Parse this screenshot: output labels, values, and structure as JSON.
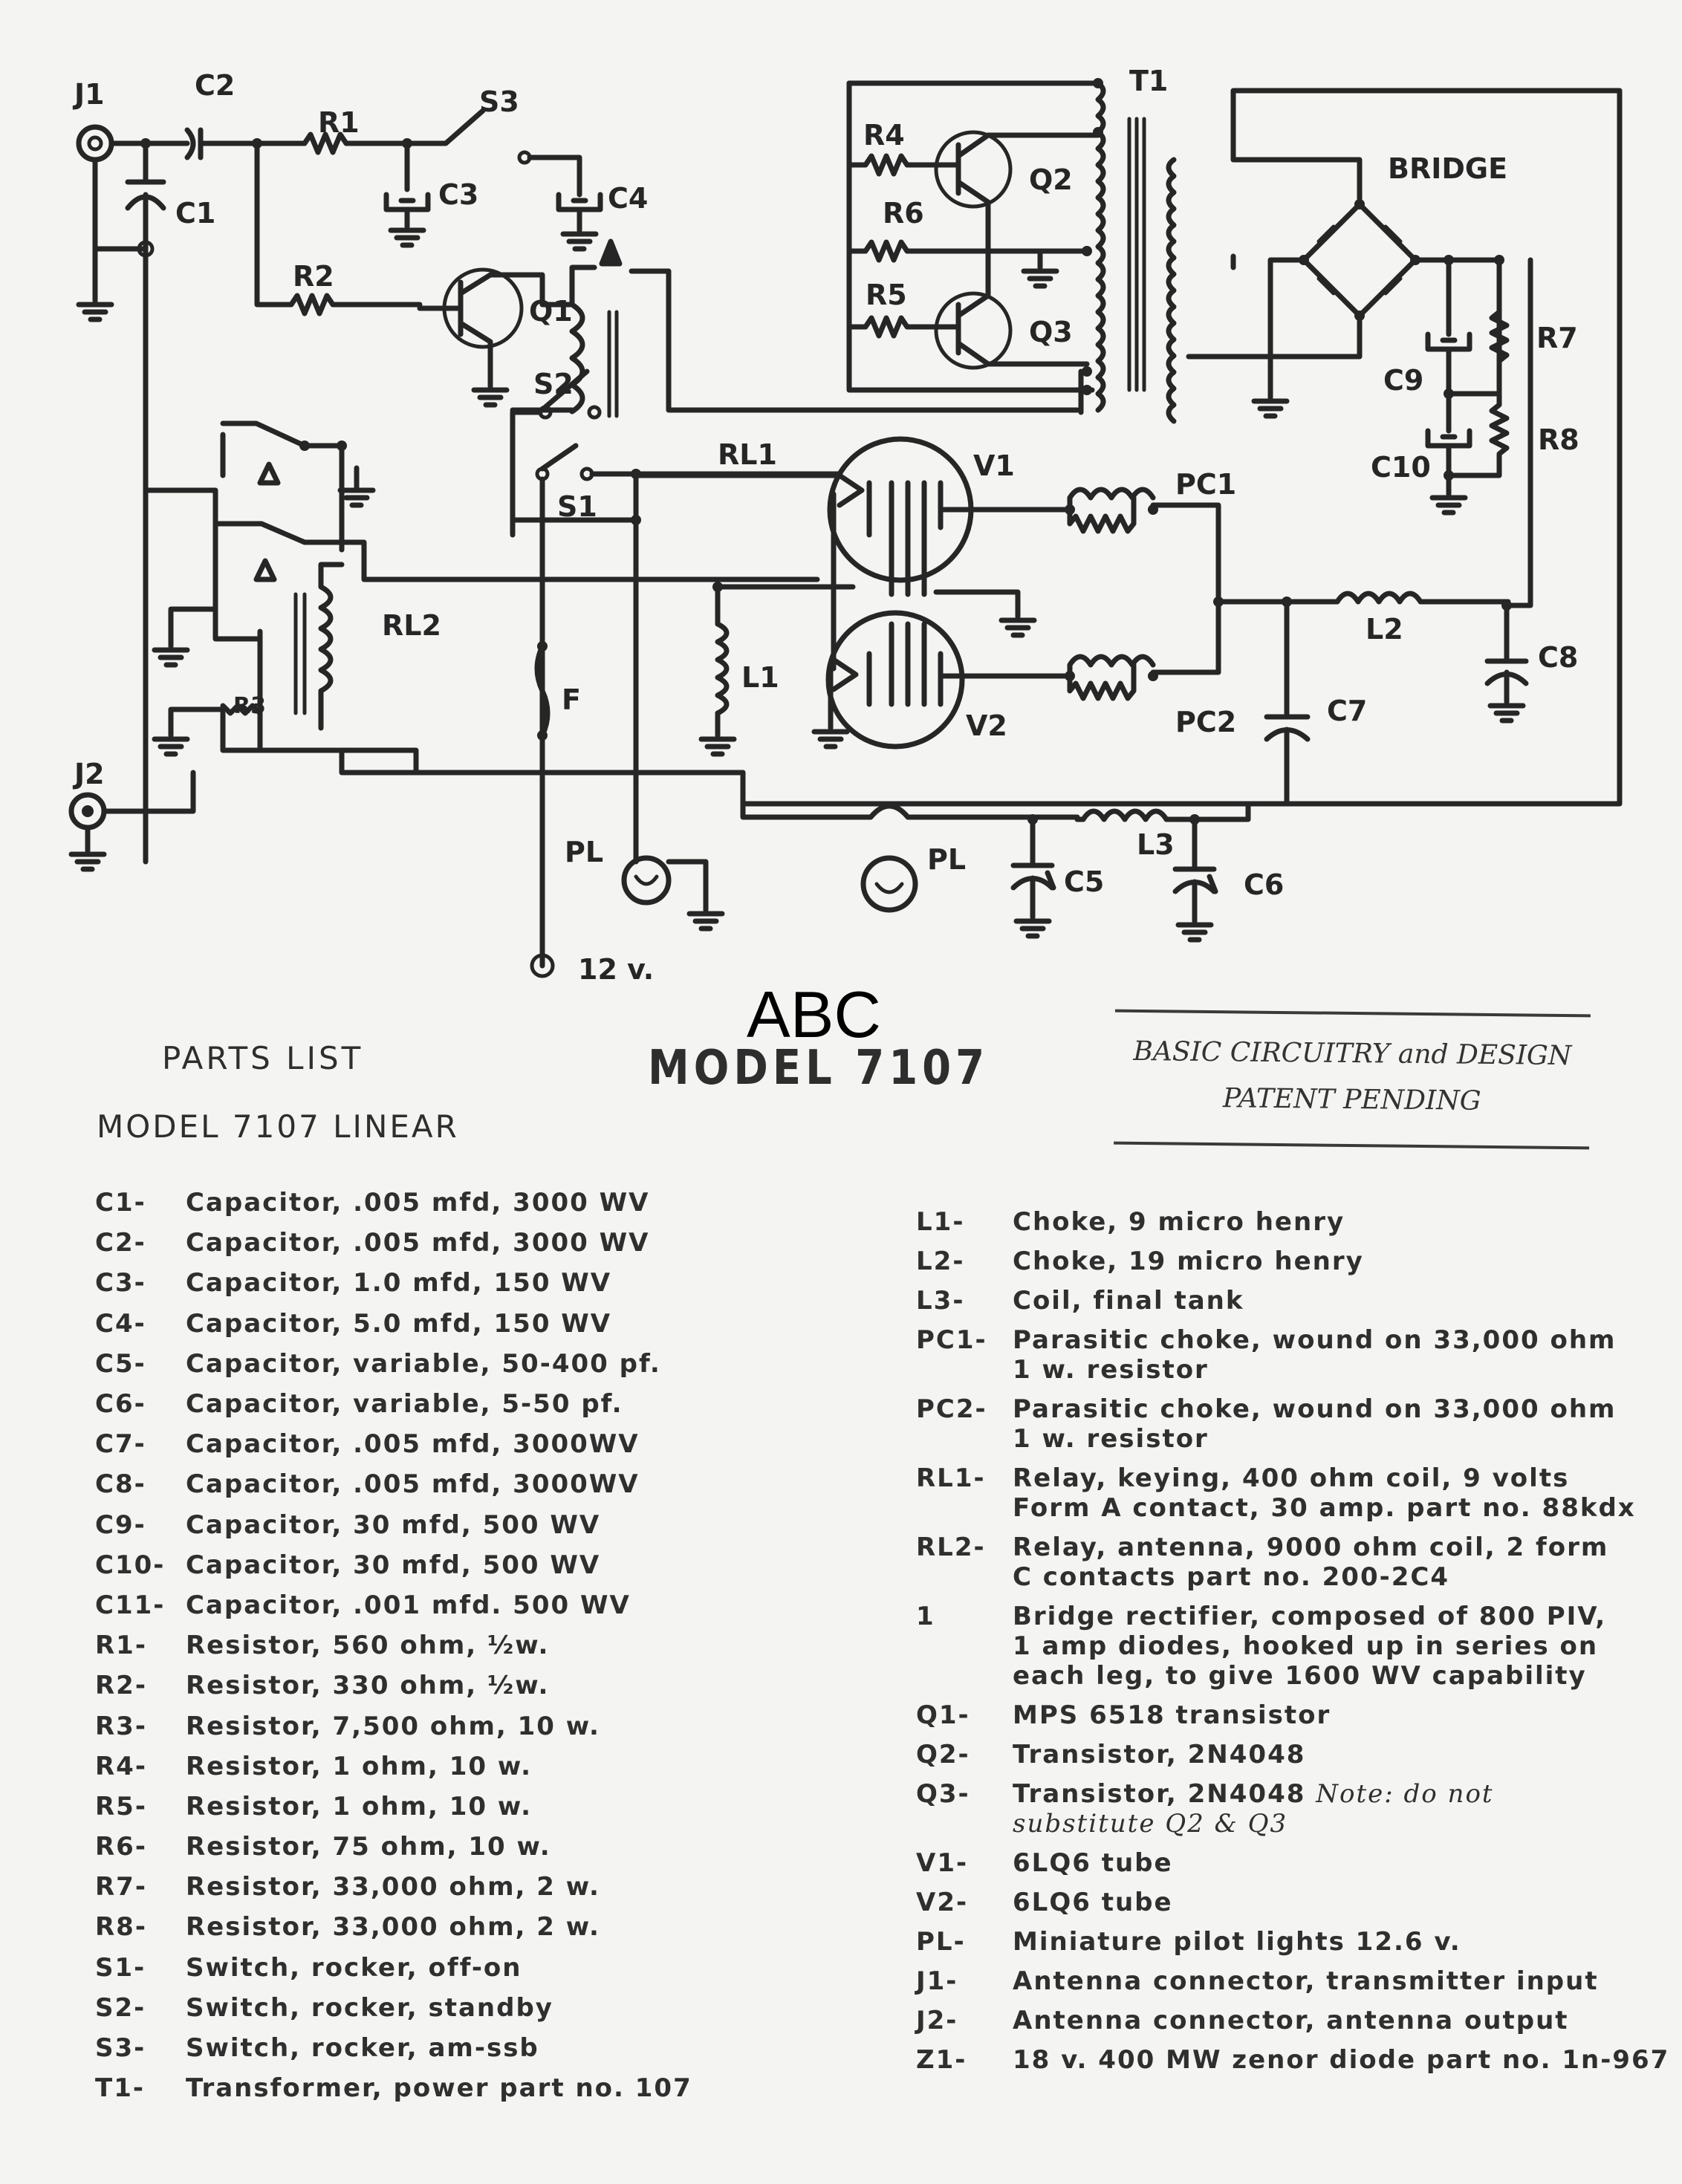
{
  "header": {
    "stamp": "ABC",
    "model_title": "MODEL 7107",
    "parts_list_title": "PARTS LIST",
    "parts_list_subtitle": "MODEL 7107 LINEAR",
    "patent_line1": "BASIC CIRCUITRY and DESIGN",
    "patent_line2": "PATENT PENDING"
  },
  "schematic_labels": {
    "J1": "J1",
    "J2": "J2",
    "C1": "C1",
    "C2": "C2",
    "C3": "C3",
    "C4": "C4",
    "C5": "C5",
    "C6": "C6",
    "C7": "C7",
    "C8": "C8",
    "C9": "C9",
    "C10": "C10",
    "R1": "R1",
    "R2": "R2",
    "R3": "R3",
    "R4": "R4",
    "R5": "R5",
    "R6": "R6",
    "R7": "R7",
    "R8": "R8",
    "S1": "S1",
    "S2": "S2",
    "S3": "S3",
    "Q1": "Q1",
    "Q2": "Q2",
    "Q3": "Q3",
    "T1": "T1",
    "BRIDGE": "BRIDGE",
    "RL1": "RL1",
    "RL2": "RL2",
    "V1": "V1",
    "V2": "V2",
    "PC1": "PC1",
    "PC2": "PC2",
    "L1": "L1",
    "L2": "L2",
    "L3": "L3",
    "F": "F",
    "PL_a": "PL",
    "PL_b": "PL",
    "V12": "12 v."
  },
  "parts_left": [
    {
      "ref": "C1-",
      "desc": "Capacitor, .005 mfd, 3000 WV"
    },
    {
      "ref": "C2-",
      "desc": "Capacitor, .005 mfd, 3000 WV"
    },
    {
      "ref": "C3-",
      "desc": "Capacitor, 1.0 mfd, 150 WV"
    },
    {
      "ref": "C4-",
      "desc": "Capacitor, 5.0 mfd, 150 WV"
    },
    {
      "ref": "C5-",
      "desc": "Capacitor, variable, 50-400 pf."
    },
    {
      "ref": "C6-",
      "desc": "Capacitor, variable, 5-50 pf."
    },
    {
      "ref": "C7-",
      "desc": "Capacitor, .005 mfd, 3000WV"
    },
    {
      "ref": "C8-",
      "desc": "Capacitor, .005 mfd, 3000WV"
    },
    {
      "ref": "C9-",
      "desc": "Capacitor, 30 mfd, 500 WV"
    },
    {
      "ref": "C10-",
      "desc": "Capacitor, 30 mfd, 500 WV"
    },
    {
      "ref": "C11-",
      "desc": "Capacitor, .001 mfd. 500 WV"
    },
    {
      "ref": "R1-",
      "desc": "Resistor, 560 ohm, ½w."
    },
    {
      "ref": "R2-",
      "desc": "Resistor, 330 ohm, ½w."
    },
    {
      "ref": "R3-",
      "desc": "Resistor, 7,500 ohm, 10 w."
    },
    {
      "ref": "R4-",
      "desc": "Resistor, 1 ohm, 10 w."
    },
    {
      "ref": "R5-",
      "desc": "Resistor, 1 ohm, 10 w."
    },
    {
      "ref": "R6-",
      "desc": "Resistor, 75 ohm, 10 w."
    },
    {
      "ref": "R7-",
      "desc": "Resistor, 33,000 ohm, 2 w."
    },
    {
      "ref": "R8-",
      "desc": "Resistor, 33,000 ohm, 2 w."
    },
    {
      "ref": "S1-",
      "desc": "Switch, rocker, off-on"
    },
    {
      "ref": "S2-",
      "desc": "Switch, rocker, standby"
    },
    {
      "ref": "S3-",
      "desc": "Switch, rocker, am-ssb"
    },
    {
      "ref": "T1-",
      "desc": "Transformer, power part no. 107"
    }
  ],
  "parts_right": [
    {
      "ref": "L1-",
      "desc": "Choke, 9 micro henry"
    },
    {
      "ref": "L2-",
      "desc": "Choke, 19 micro henry"
    },
    {
      "ref": "L3-",
      "desc": "Coil, final tank"
    },
    {
      "ref": "PC1-",
      "desc": "Parasitic choke, wound on 33,000 ohm\n1 w. resistor"
    },
    {
      "ref": "PC2-",
      "desc": "Parasitic choke, wound on 33,000 ohm\n1 w. resistor"
    },
    {
      "ref": "RL1-",
      "desc": "Relay, keying, 400 ohm coil, 9 volts\nForm A contact, 30 amp. part no. 88kdx"
    },
    {
      "ref": "RL2-",
      "desc": "Relay, antenna, 9000 ohm coil, 2 form\nC contacts part no. 200-2C4"
    },
    {
      "ref": "1",
      "desc": "Bridge rectifier, composed of 800 PIV,\n1 amp diodes, hooked up in series on\neach leg, to give 1600 WV capability"
    },
    {
      "ref": "Q1-",
      "desc": "MPS 6518 transistor"
    },
    {
      "ref": "Q2-",
      "desc": "Transistor, 2N4048"
    },
    {
      "ref": "Q3-",
      "desc": "Transistor, 2N4048",
      "note": "Note: do not\nsubstitute Q2 & Q3"
    },
    {
      "ref": "V1-",
      "desc": "6LQ6 tube"
    },
    {
      "ref": "V2-",
      "desc": "6LQ6 tube"
    },
    {
      "ref": "PL-",
      "desc": "Miniature pilot lights 12.6 v."
    },
    {
      "ref": "J1-",
      "desc": "Antenna connector, transmitter input"
    },
    {
      "ref": "J2-",
      "desc": "Antenna connector, antenna output"
    },
    {
      "ref": "Z1-",
      "desc": "18 v. 400 MW zenor diode part no. 1n-967"
    }
  ]
}
